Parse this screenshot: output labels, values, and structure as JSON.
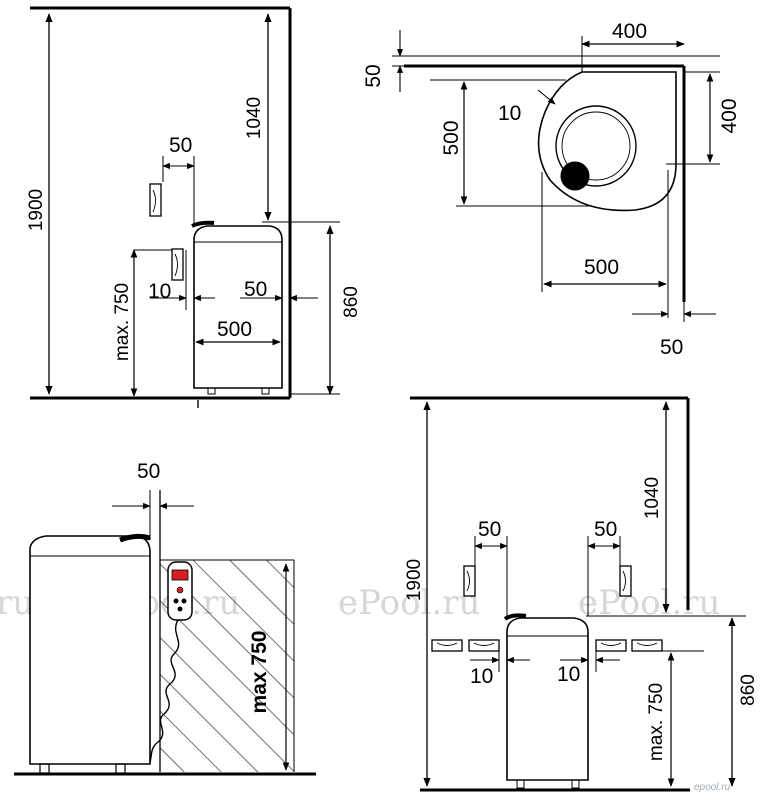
{
  "watermark": {
    "text": "ePool.ru",
    "fragment": "ru",
    "color": "#d6d6d6"
  },
  "logo": {
    "text": "epool.ru",
    "color": "#9aa8b8"
  },
  "panel_side": {
    "height_total": "1900",
    "height_above_machine": "1040",
    "side_gap": "50",
    "gap_small": "10",
    "gap_right": "50",
    "machine_width": "500",
    "outlet_height": "max. 750",
    "machine_height": "860"
  },
  "panel_top": {
    "top_gap": "50",
    "width_top": "400",
    "clearance": "10",
    "depth_left": "500",
    "depth_right": "400",
    "width_bottom": "500",
    "right_gap": "50"
  },
  "panel_hatch": {
    "side_gap": "50",
    "outlet_height": "max 750"
  },
  "panel_front": {
    "height_total": "1900",
    "height_above_machine": "1040",
    "gap_left": "50",
    "gap_right": "50",
    "gap_small_left": "10",
    "gap_small_right": "10",
    "outlet_height": "max. 750",
    "machine_height": "860"
  },
  "colors": {
    "line": "#000000",
    "hatch": "#333333",
    "machine_fill": "#ffffff",
    "remote_red": "#d62020"
  }
}
